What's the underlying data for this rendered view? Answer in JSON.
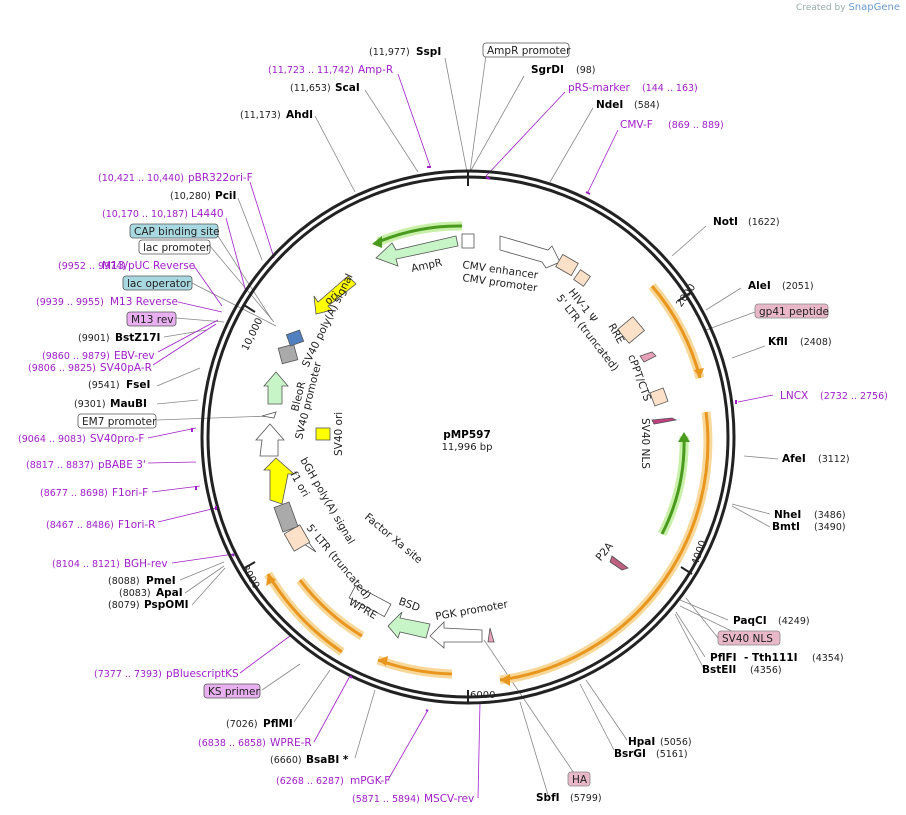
{
  "credit": {
    "prefix": "Created by",
    "brand": "SnapGene"
  },
  "plasmid": {
    "name": "pMP597",
    "size": "11,996 bp"
  },
  "ticks": [
    "2000",
    "4000",
    "6000",
    "8000",
    "10,000"
  ],
  "enzymes": [
    {
      "name": "SspI",
      "pos": "(11,977)"
    },
    {
      "name": "SgrDI",
      "pos": "(98)"
    },
    {
      "name": "ScaI",
      "pos": "(11,653)"
    },
    {
      "name": "NdeI",
      "pos": "(584)"
    },
    {
      "name": "AhdI",
      "pos": "(11,173)"
    },
    {
      "name": "PciI",
      "pos": "(10,280)"
    },
    {
      "name": "NotI",
      "pos": "(1622)"
    },
    {
      "name": "AleI",
      "pos": "(2051)"
    },
    {
      "name": "KflI",
      "pos": "(2408)"
    },
    {
      "name": "BstZ17I",
      "pos": "(9901)"
    },
    {
      "name": "FseI",
      "pos": "(9541)"
    },
    {
      "name": "MauBI",
      "pos": "(9301)"
    },
    {
      "name": "AfeI",
      "pos": "(3112)"
    },
    {
      "name": "NheI",
      "pos": "(3486)"
    },
    {
      "name": "BmtI",
      "pos": "(3490)"
    },
    {
      "name": "PmeI",
      "pos": "(8088)"
    },
    {
      "name": "ApaI",
      "pos": "(8083)"
    },
    {
      "name": "PspOMI",
      "pos": "(8079)"
    },
    {
      "name": "PaqCI",
      "pos": "(4249)"
    },
    {
      "name": "PflFI",
      "pos": ""
    },
    {
      "name": "- Tth111I",
      "pos": "(4354)"
    },
    {
      "name": "BstEII",
      "pos": "(4356)"
    },
    {
      "name": "PflMI",
      "pos": "(7026)"
    },
    {
      "name": "HpaI",
      "pos": "(5056)"
    },
    {
      "name": "BsrGI",
      "pos": "(5161)"
    },
    {
      "name": "BsaBI *",
      "pos": "(6660)"
    },
    {
      "name": "SbfI",
      "pos": "(5799)"
    }
  ],
  "primers": [
    {
      "name": "Amp-R",
      "pos": "(11,723 .. 11,742)"
    },
    {
      "name": "pRS-marker",
      "pos": "(144 .. 163)"
    },
    {
      "name": "CMV-F",
      "pos": "(869 .. 889)"
    },
    {
      "name": "pBR322ori-F",
      "pos": "(10,421 .. 10,440)"
    },
    {
      "name": "L4440",
      "pos": "(10,170 .. 10,187)"
    },
    {
      "name": "M13/pUC Reverse",
      "pos": "(9952 .. 9974)"
    },
    {
      "name": "M13 Reverse",
      "pos": "(9939 .. 9955)"
    },
    {
      "name": "EBV-rev",
      "pos": "(9860 .. 9879)"
    },
    {
      "name": "SV40pA-R",
      "pos": "(9806 .. 9825)"
    },
    {
      "name": "LNCX",
      "pos": "(2732 .. 2756)"
    },
    {
      "name": "SV40pro-F",
      "pos": "(9064 .. 9083)"
    },
    {
      "name": "pBABE 3'",
      "pos": "(8817 .. 8837)"
    },
    {
      "name": "F1ori-F",
      "pos": "(8677 .. 8698)"
    },
    {
      "name": "F1ori-R",
      "pos": "(8467 .. 8486)"
    },
    {
      "name": "BGH-rev",
      "pos": "(8104 .. 8121)"
    },
    {
      "name": "pBluescriptKS",
      "pos": "(7377 .. 7393)"
    },
    {
      "name": "WPRE-R",
      "pos": "(6838 .. 6858)"
    },
    {
      "name": "mPGK-F",
      "pos": "(6268 .. 6287)"
    },
    {
      "name": "MSCV-rev",
      "pos": "(5871 .. 5894)"
    }
  ],
  "boxed": [
    {
      "name": "AmpR promoter",
      "fill": "#ffffff",
      "stroke": "#555555"
    },
    {
      "name": "CAP binding site",
      "fill": "#a8d8e0",
      "stroke": "#555555"
    },
    {
      "name": "lac promoter",
      "fill": "#ffffff",
      "stroke": "#555555"
    },
    {
      "name": "lac operator",
      "fill": "#a8d8e0",
      "stroke": "#555555"
    },
    {
      "name": "M13 rev",
      "fill": "#e8b0f0",
      "stroke": "#555555"
    },
    {
      "name": "EM7 promoter",
      "fill": "#ffffff",
      "stroke": "#555555"
    },
    {
      "name": "gp41 peptide",
      "fill": "#e8b8c8",
      "stroke": "#888888"
    },
    {
      "name": "SV40 NLS",
      "fill": "#e8b8c8",
      "stroke": "#888888"
    },
    {
      "name": "KS primer",
      "fill": "#e8b0f0",
      "stroke": "#555555"
    },
    {
      "name": "HA",
      "fill": "#e8b8c8",
      "stroke": "#888888"
    }
  ],
  "features": [
    "AmpR",
    "ori",
    "CMV enhancer",
    "CMV promoter",
    "HIV-1 Ψ",
    "5' LTR (truncated)",
    "RRE",
    "cPPT/CTS",
    "SV40 NLS",
    "P2A",
    "PGK promoter",
    "BSD",
    "WPRE",
    "Factor Xa site",
    "5' LTR (truncated)",
    "f1 ori",
    "bGH poly(A) signal",
    "SV40 ori",
    "SV40 promoter",
    "BleoR",
    "SV40 poly(A) signal"
  ],
  "colors": {
    "backbone": "#222222",
    "primer": "#a020c8",
    "orange_arrow": "#e8961e",
    "orange_glow": "#f8d89a",
    "green_arrow": "#4a9a20",
    "green_glow": "#c8f0a8",
    "light_green": "#c8f5c8",
    "yellow": "#ffff00",
    "grey": "#aaaaaa",
    "peach": "#fce0c8"
  }
}
